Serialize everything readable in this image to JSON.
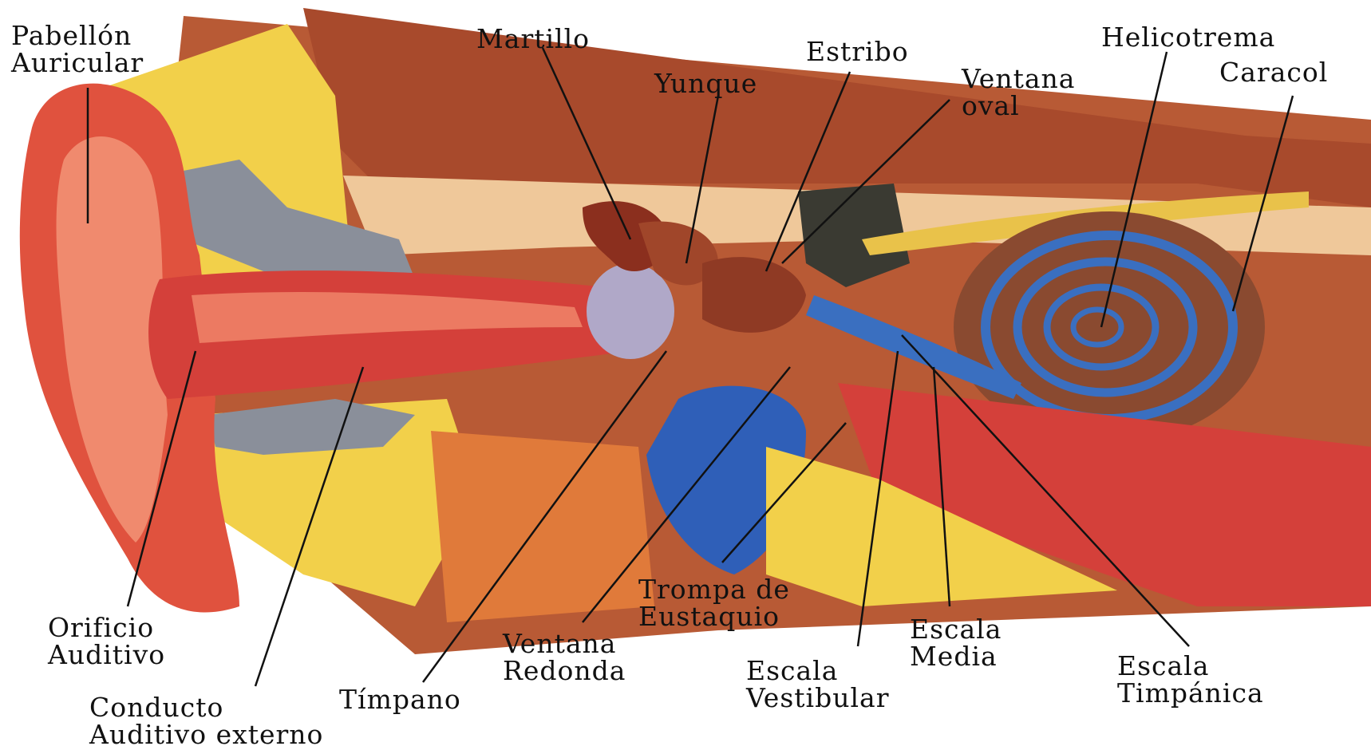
{
  "colors": {
    "skin": "#e0523e",
    "skin_light": "#f08a6e",
    "bone": "#b8532e",
    "bone_light": "#efc89a",
    "fat": "#f2d04a",
    "canal": "#d4403a",
    "cochlea": "#8a4a30",
    "scala_blue": "#3a6fc0",
    "eustachian_blue": "#2f5fb8",
    "muscle_orange": "#e07a3a",
    "leader": "#111111"
  },
  "labels": {
    "pabellon": {
      "line1": "Pabellón",
      "line2": "Auricular"
    },
    "martillo": "Martillo",
    "estribo": "Estribo",
    "yunque": "Yunque",
    "ventana_oval": {
      "line1": "Ventana",
      "line2": "oval"
    },
    "helicotrema": "Helicotrema",
    "caracol": "Caracol",
    "orificio": {
      "line1": "Orificio",
      "line2": "Auditivo"
    },
    "conducto": {
      "line1": "Conducto",
      "line2": "Auditivo externo"
    },
    "timpano": "Tímpano",
    "ventana_redonda": {
      "line1": "Ventana",
      "line2": "Redonda"
    },
    "trompa": {
      "line1": "Trompa de",
      "line2": "Eustaquio"
    },
    "escala_vestibular": {
      "line1": "Escala",
      "line2": "Vestibular"
    },
    "escala_media": {
      "line1": "Escala",
      "line2": "Media"
    },
    "escala_timpanica": {
      "line1": "Escala",
      "line2": "Timpánica"
    }
  }
}
